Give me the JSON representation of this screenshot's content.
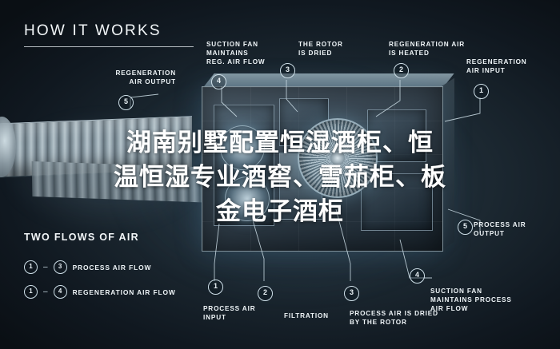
{
  "header": {
    "title": "HOW IT WORKS"
  },
  "callouts": [
    {
      "num": "5",
      "text": "REGENERATION\nAIR OUTPUT"
    },
    {
      "num": "4",
      "text": "SUCTION FAN\nMAINTAINS\nREG. AIR FLOW"
    },
    {
      "num": "3",
      "text": "THE ROTOR\nIS DRIED"
    },
    {
      "num": "2",
      "text": "REGENERATION AIR\nIS HEATED"
    },
    {
      "num": "1",
      "text": "REGENERATION\nAIR INPUT"
    },
    {
      "num": "5",
      "text": "PROCESS AIR\nOUTPUT"
    },
    {
      "num": "4",
      "text": "SUCTION FAN\nMAINTAINS PROCESS\nAIR FLOW"
    },
    {
      "num": "3",
      "text": "PROCESS AIR IS DRIED\nBY THE ROTOR"
    },
    {
      "num": "2",
      "text": "FILTRATION"
    },
    {
      "num": "1",
      "text": "PROCESS AIR\nINPUT"
    }
  ],
  "legend": {
    "title": "TWO FLOWS OF AIR",
    "rows": [
      {
        "from": "1",
        "dash": "–",
        "to": "3",
        "text": "PROCESS AIR FLOW"
      },
      {
        "from": "1",
        "dash": "–",
        "to": "4",
        "text": "REGENERATION AIR FLOW"
      }
    ]
  },
  "overlay": {
    "line1": "湖南别墅配置恒湿酒柜、恒",
    "line2": "温恒湿专业酒窖、雪茄柜、板",
    "line3": "金电子酒柜"
  },
  "colors": {
    "accent": "#cfe0e9",
    "text": "#eef4f7",
    "background": "#101820"
  }
}
